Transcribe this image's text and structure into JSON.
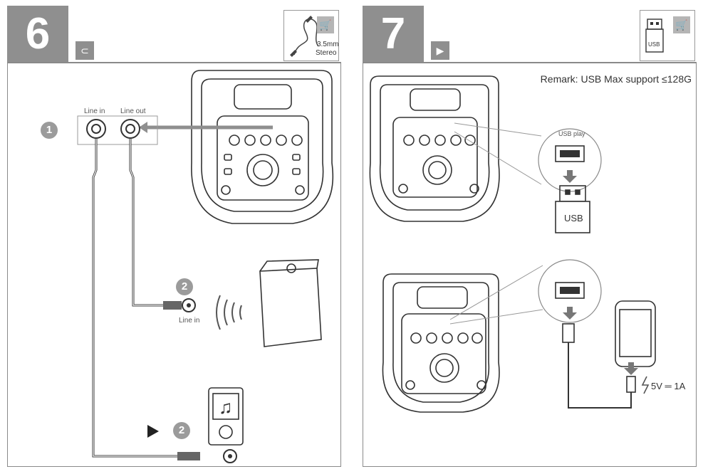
{
  "step6": {
    "number": "6",
    "mode_icon": "line-in-plug-icon",
    "accessory_label_1": "3.5mm",
    "accessory_label_2": "Stereo",
    "cart_icon": "shopping-cart-icon",
    "port_line_in": "Line in",
    "port_line_out": "Line out",
    "badge_1": "1",
    "badge_2a": "2",
    "badge_2b": "2",
    "speaker_line_in": "Line in"
  },
  "step7": {
    "number": "7",
    "mode_icon": "usb-play-mode-icon",
    "accessory_label": "USB",
    "cart_icon": "shopping-cart-icon",
    "remark": "Remark: USB Max support ≤128G",
    "usb_play_label": "USB play",
    "usb_stick_label": "USB",
    "power_spec": "5V ═ 1A"
  },
  "colors": {
    "header_gray": "#8f8f8f",
    "line": "#333333",
    "frame": "#8a8a8a"
  }
}
